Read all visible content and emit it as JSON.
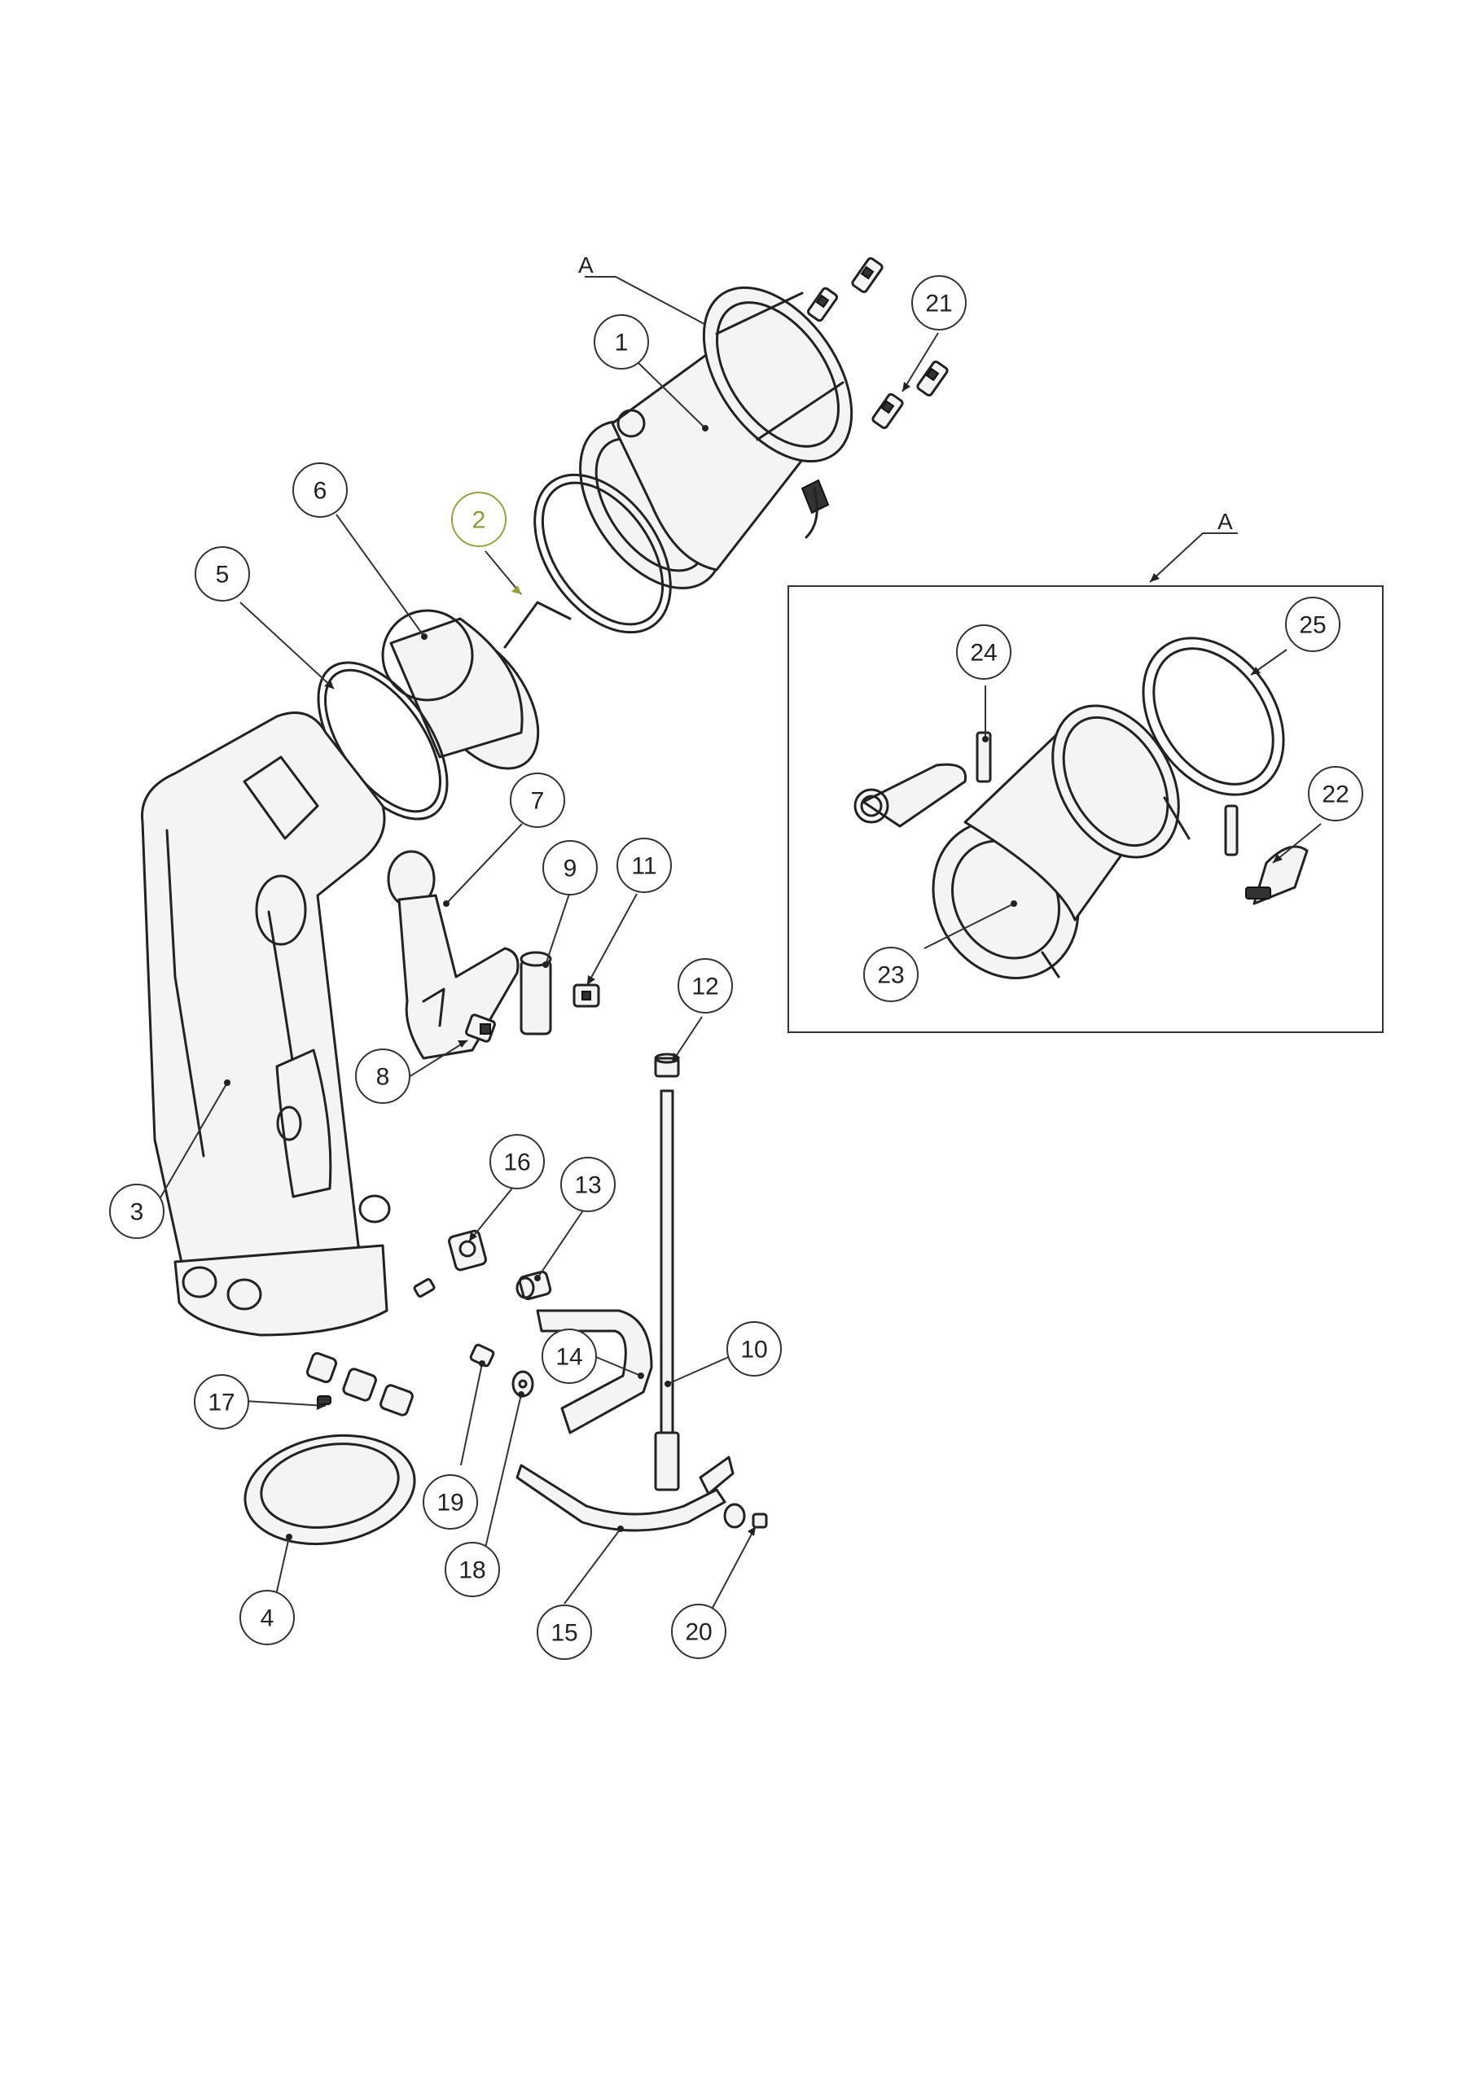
{
  "diagram": {
    "section_ref_label": "A",
    "detail_ref_label": "A",
    "callouts": [
      {
        "id": "1",
        "label": "1"
      },
      {
        "id": "2",
        "label": "2",
        "highlighted": true
      },
      {
        "id": "3",
        "label": "3"
      },
      {
        "id": "4",
        "label": "4"
      },
      {
        "id": "5",
        "label": "5"
      },
      {
        "id": "6",
        "label": "6"
      },
      {
        "id": "7",
        "label": "7"
      },
      {
        "id": "8",
        "label": "8"
      },
      {
        "id": "9",
        "label": "9"
      },
      {
        "id": "10",
        "label": "10"
      },
      {
        "id": "11",
        "label": "11"
      },
      {
        "id": "12",
        "label": "12"
      },
      {
        "id": "13",
        "label": "13"
      },
      {
        "id": "14",
        "label": "14"
      },
      {
        "id": "15",
        "label": "15"
      },
      {
        "id": "16",
        "label": "16"
      },
      {
        "id": "17",
        "label": "17"
      },
      {
        "id": "18",
        "label": "18"
      },
      {
        "id": "19",
        "label": "19"
      },
      {
        "id": "20",
        "label": "20"
      },
      {
        "id": "21",
        "label": "21"
      },
      {
        "id": "22",
        "label": "22"
      },
      {
        "id": "23",
        "label": "23"
      },
      {
        "id": "24",
        "label": "24"
      },
      {
        "id": "25",
        "label": "25"
      }
    ],
    "colors": {
      "line": "#222222",
      "highlight": "#9aa03a",
      "background": "#ffffff"
    }
  }
}
